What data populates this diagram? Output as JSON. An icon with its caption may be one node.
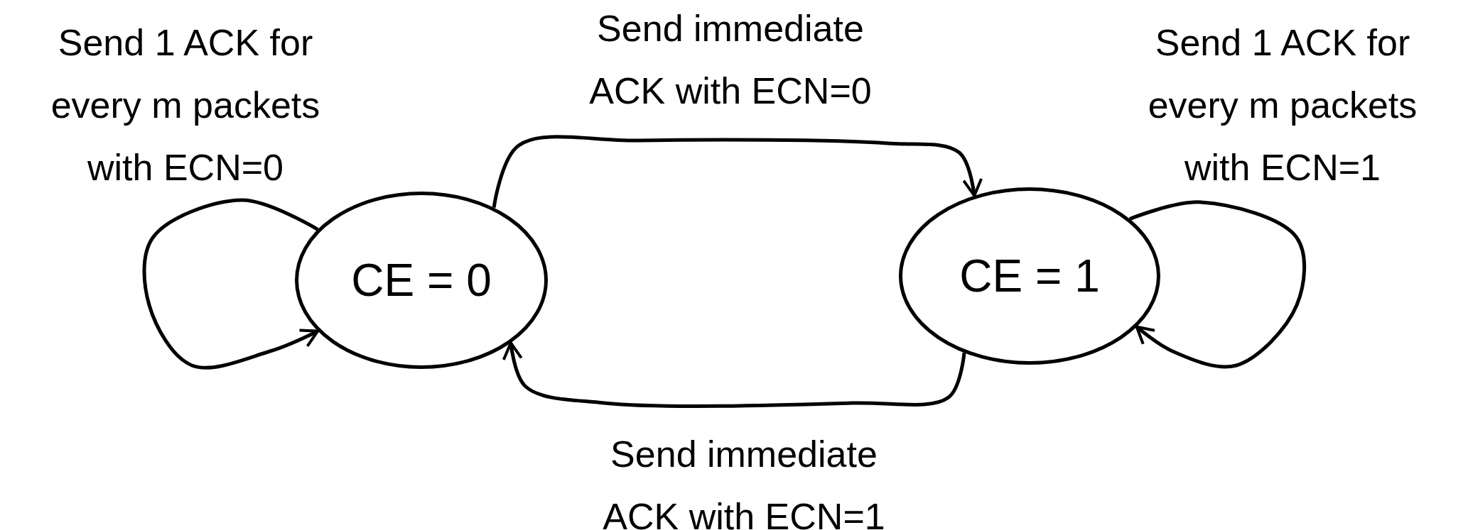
{
  "diagram": {
    "nodes": [
      {
        "text": [
          "CE = 0"
        ]
      },
      {
        "text": [
          "CE = 1"
        ]
      }
    ],
    "edges": [
      {
        "from": 0,
        "to": 0,
        "arrow": "to",
        "label": "Send 1 ACK for every m packets with ECN=0"
      },
      {
        "from": 0,
        "to": 1,
        "arrow": "to",
        "label": "Send immediate ACK with ECN=0"
      },
      {
        "from": 1,
        "to": 1,
        "arrow": "to",
        "label": "Send 1 ACK for every m packets with ECN=1"
      },
      {
        "from": 1,
        "to": 0,
        "arrow": "to",
        "label": "Send immediate ACK with ECN=1"
      }
    ]
  }
}
